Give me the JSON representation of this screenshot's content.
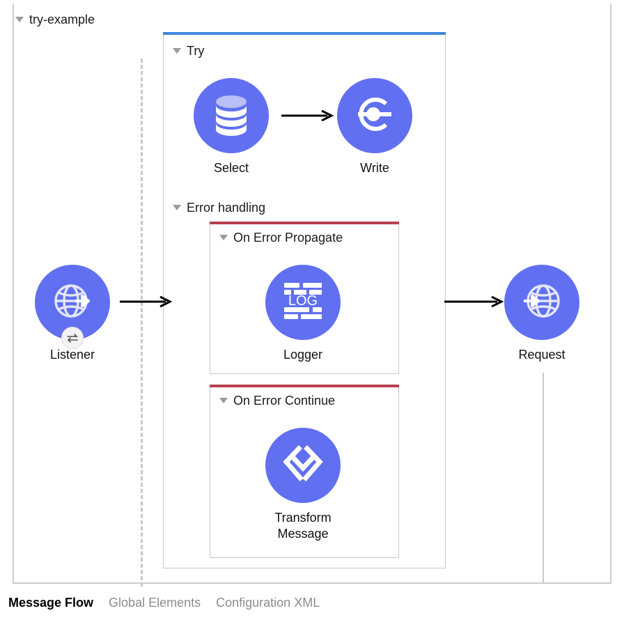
{
  "flow": {
    "name": "try-example",
    "accent_color": "#3f87dd",
    "border_color": "#cccccc"
  },
  "scopes": {
    "try": {
      "label": "Try",
      "accent_color": "#3f87dd"
    },
    "error_handling": {
      "label": "Error handling"
    },
    "on_error_propagate": {
      "label": "On Error Propagate",
      "accent_color": "#b8414f"
    },
    "on_error_continue": {
      "label": "On Error Continue",
      "accent_color": "#b8414f"
    }
  },
  "nodes": {
    "listener": {
      "label": "Listener",
      "icon": "globe-arrow-out-icon",
      "badge_icon": "exchange-arrows-icon",
      "color": "#6070f0"
    },
    "select": {
      "label": "Select",
      "icon": "database-icon",
      "color": "#6070f0"
    },
    "write": {
      "label": "Write",
      "icon": "write-connector-icon",
      "color": "#6070f0"
    },
    "logger": {
      "label": "Logger",
      "icon": "log-icon",
      "icon_text": "LOG",
      "color": "#6070f0"
    },
    "transform": {
      "label": "Transform\nMessage",
      "icon": "dataweave-icon",
      "color": "#6070f0"
    },
    "request": {
      "label": "Request",
      "icon": "globe-arrow-in-icon",
      "color": "#6070f0"
    }
  },
  "tabs": [
    {
      "label": "Message Flow",
      "active": true
    },
    {
      "label": "Global Elements",
      "active": false
    },
    {
      "label": "Configuration XML",
      "active": false
    }
  ]
}
